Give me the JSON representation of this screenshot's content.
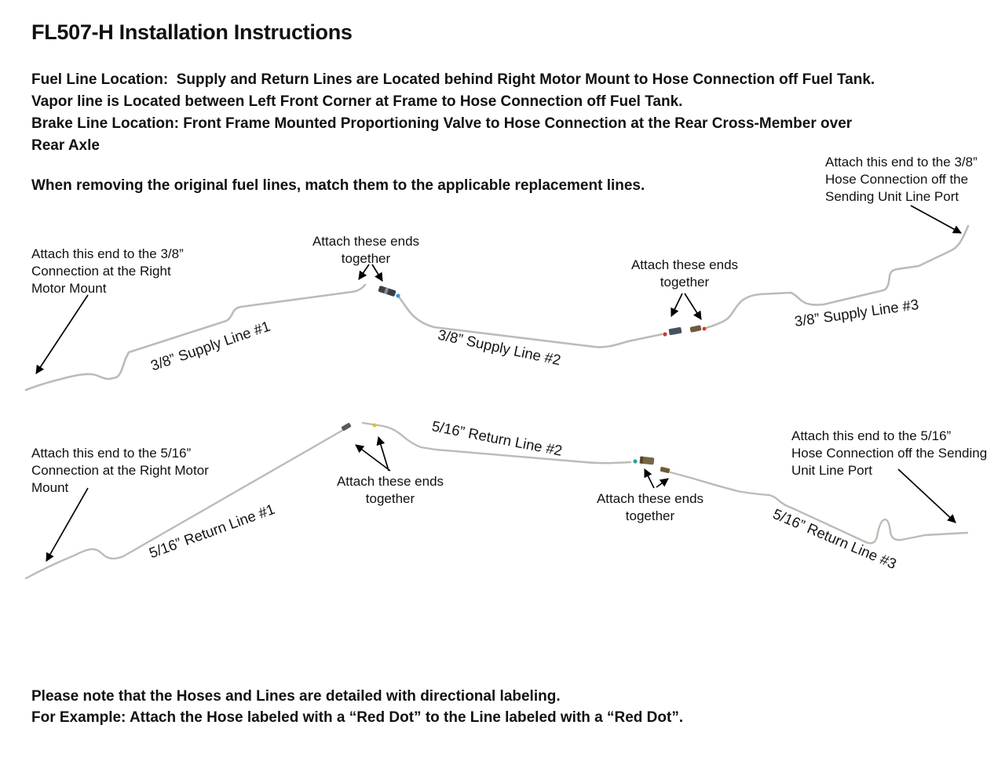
{
  "title": "FL507-H Installation Instructions",
  "intro_lines": [
    "Fuel Line Location:  Supply and Return Lines are Located behind Right Motor Mount to Hose Connection off Fuel Tank.",
    "Vapor line is Located between Left Front Corner at Frame to Hose Connection off Fuel Tank.",
    "Brake Line Location: Front Frame Mounted Proportioning Valve to Hose Connection at the Rear Cross-Member over",
    "Rear Axle"
  ],
  "removal_note": "When removing the original fuel lines, match them to the applicable replacement lines.",
  "supply_diagram": {
    "line1_label": "3/8” Supply Line #1",
    "line2_label": "3/8” Supply Line #2",
    "line3_label": "3/8” Supply Line #3",
    "left_annotation": [
      "Attach this end to the 3/8”",
      "Connection at the Right",
      "Motor Mount"
    ],
    "joint1_annotation": [
      "Attach these ends",
      "together"
    ],
    "joint2_annotation": [
      "Attach these ends",
      "together"
    ],
    "right_annotation": [
      "Attach this end to the 3/8”",
      "Hose Connection off the",
      "Sending Unit Line Port"
    ]
  },
  "return_diagram": {
    "line1_label": "5/16” Return Line #1",
    "line2_label": "5/16” Return Line #2",
    "line3_label": "5/16” Return Line #3",
    "left_annotation": [
      "Attach this end to the 5/16”",
      "Connection at the Right Motor",
      "Mount"
    ],
    "joint1_annotation": [
      "Attach these ends",
      "together"
    ],
    "joint2_annotation": [
      "Attach these ends",
      "together"
    ],
    "right_annotation": [
      "Attach this end to the 5/16”",
      "Hose Connection off the Sending",
      "Unit Line Port"
    ]
  },
  "footer_lines": [
    "Please note that the Hoses and Lines are detailed with directional labeling.",
    "For Example: Attach the Hose labeled with a “Red Dot” to the Line labeled with a “Red Dot”."
  ],
  "colors": {
    "tube": "#bcbcb5",
    "arrow": "#000000",
    "blue_dot": "#2f9ae0",
    "red_dot": "#cf3a2e",
    "yellow_dot": "#e2bf2d",
    "teal_dot": "#2aa198",
    "dark_fitting": "#3a3f46",
    "steel_fitting": "#46525f",
    "brown_fitting": "#7a6542",
    "gray_fitting": "#5a5a5a"
  }
}
